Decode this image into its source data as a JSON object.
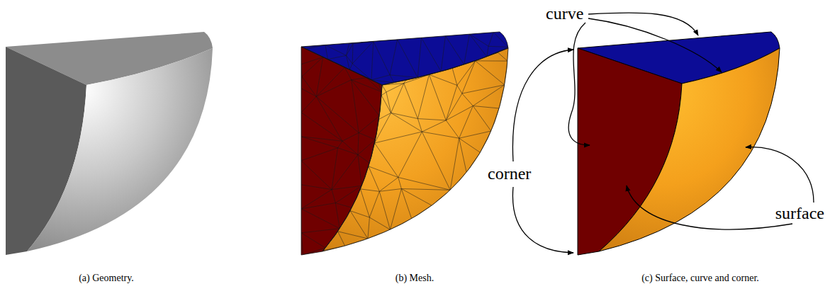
{
  "diagram": {
    "labels": [
      "curve",
      "corner",
      "surface",
      "(a) Geometry.",
      "(b) Mesh.",
      "(c) Surface, curve and corner."
    ]
  }
}
